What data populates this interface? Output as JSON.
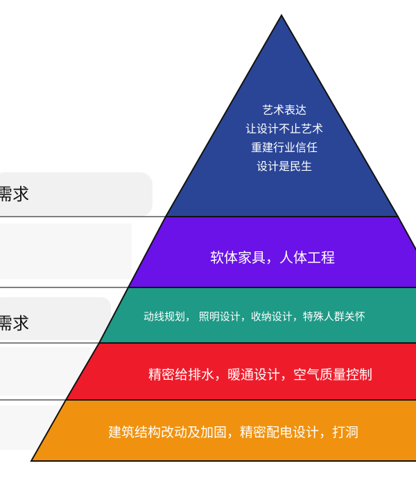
{
  "side_labels": [
    "需求",
    "需求"
  ],
  "tiers": {
    "top": {
      "lines": [
        "艺术表达",
        "让设计不止艺术",
        "重建行业信任",
        "设计是民生"
      ],
      "color": "#2a4596"
    },
    "tier2": {
      "text": "软体家具，人体工程",
      "color": "#6b12e8"
    },
    "tier3": {
      "text": "动线规划，  照明设计，收纳设计，特殊人群关怀",
      "color": "#1e9a86"
    },
    "tier4": {
      "text": "精密给排水，暖通设计，空气质量控制",
      "color": "#ee1c2b"
    },
    "tier5": {
      "text": "建筑结构改动及加固，精密配电设计，打洞",
      "color": "#f0920f"
    }
  }
}
